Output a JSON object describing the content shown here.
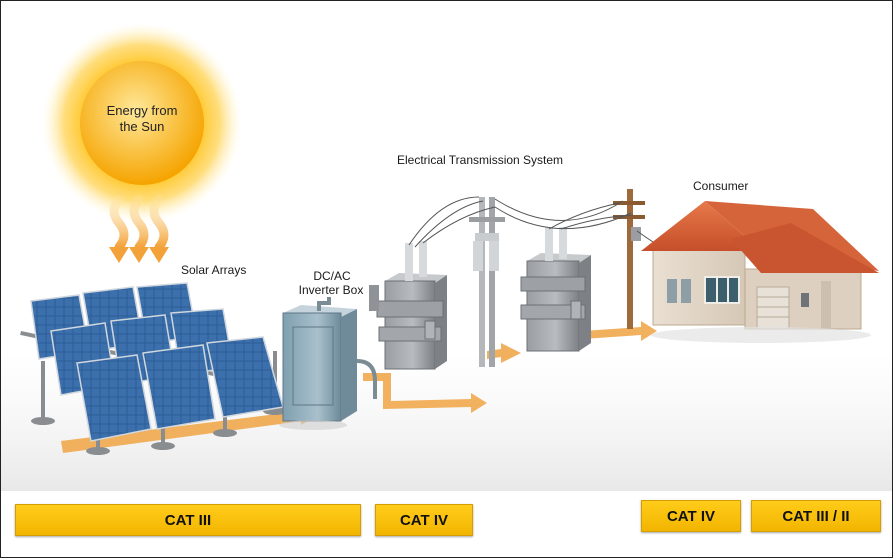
{
  "labels": {
    "sun": "Energy from the Sun",
    "solar_arrays": "Solar Arrays",
    "inverter_line1": "DC/AC",
    "inverter_line2": "Inverter Box",
    "transmission": "Electrical Transmission System",
    "consumer": "Consumer"
  },
  "categories": [
    {
      "label": "CAT III"
    },
    {
      "label": "CAT IV"
    },
    {
      "label": "CAT IV"
    },
    {
      "label": "CAT III / II"
    }
  ],
  "colors": {
    "category_bar": "#f5bb00",
    "flow_arrow": "#f0a84c",
    "sun": "#ffc21a",
    "panel": "#2e5f9c",
    "transformer": "#8a8e92",
    "roof": "#d9623a"
  }
}
